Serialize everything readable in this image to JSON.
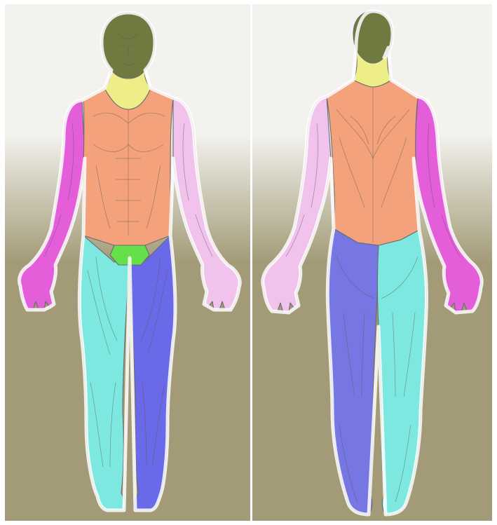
{
  "colors": {
    "background_top": "#f3f2ee",
    "background_bottom": "#a39b78",
    "head": "#6e7a40",
    "neck": "#eeee88",
    "torso": "#f3a27c",
    "left_arm_front": "#e35ed8",
    "right_arm_front": "#f0c2ec",
    "groin": "#66e04a",
    "left_leg_front": "#7ce8e0",
    "right_leg_front": "#6a6ae8",
    "left_arm_back": "#f0c2ec",
    "right_arm_back": "#e35ed8",
    "left_leg_back": "#7777e4",
    "right_leg_back": "#7ce8e0"
  },
  "views": [
    {
      "name": "front",
      "regions": [
        "head",
        "neck",
        "torso",
        "left-arm",
        "right-arm",
        "groin",
        "left-leg",
        "right-leg"
      ]
    },
    {
      "name": "back",
      "regions": [
        "head",
        "neck",
        "torso",
        "left-arm",
        "right-arm",
        "left-leg",
        "right-leg"
      ]
    }
  ]
}
